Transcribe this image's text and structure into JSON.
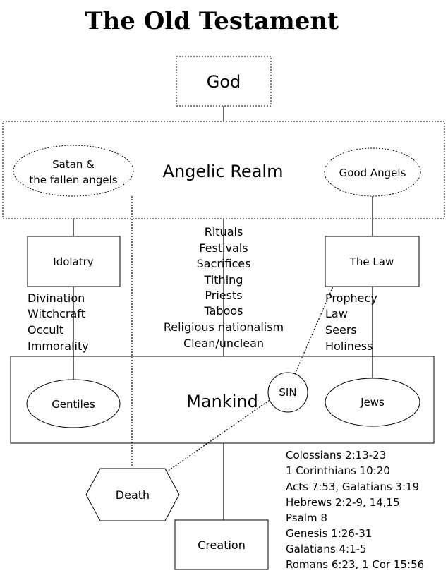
{
  "title": "The Old Testament",
  "nodes": {
    "god": "God",
    "angelic_realm": "Angelic Realm",
    "satan": [
      "Satan &",
      "the fallen angels"
    ],
    "good_angels": "Good Angels",
    "idolatry": "Idolatry",
    "the_law": "The Law",
    "mankind": "Mankind",
    "gentiles": "Gentiles",
    "jews": "Jews",
    "sin": "SIN",
    "death": "Death",
    "creation": "Creation"
  },
  "idolatry_practices": [
    "Divination",
    "Witchcraft",
    "Occult",
    "Immorality"
  ],
  "religious_practices": [
    "Rituals",
    "Festivals",
    "Sacrifices",
    "Tithing",
    "Priests",
    "Taboos",
    "Religious nationalism",
    "Clean/unclean"
  ],
  "law_practices": [
    "Prophecy",
    "Law",
    "Seers",
    "Holiness"
  ],
  "references": [
    "Colossians 2:13-23",
    "1 Corinthians 10:20",
    "Acts 7:53, Galatians 3:19",
    "Hebrews 2:2-9, 14,15",
    "Psalm 8",
    "Genesis 1:26-31",
    "Galatians 4:1-5",
    "Romans 6:23, 1 Cor 15:56"
  ]
}
